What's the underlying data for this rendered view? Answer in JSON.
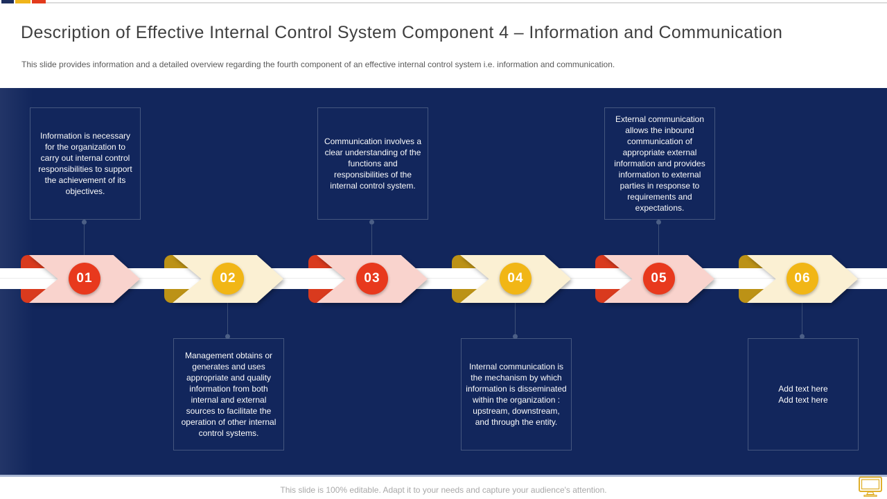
{
  "slide": {
    "title": "Description of Effective Internal Control System Component 4 – Information and Communication",
    "subtitle": "This slide provides information and a detailed overview regarding the fourth component of an effective internal control system i.e. information and communication.",
    "footer": "This slide is 100% editable. Adapt it to your needs and capture your audience's attention."
  },
  "steps": [
    {
      "number": "01",
      "scheme": "red",
      "text": "Information is necessary for the organization to carry out internal control responsibilities to support the achievement of its objectives.",
      "text_position": "top"
    },
    {
      "number": "02",
      "scheme": "gold",
      "text": "Management obtains or generates and uses appropriate and quality information from both internal and external sources to facilitate the operation of other internal control systems.",
      "text_position": "bottom"
    },
    {
      "number": "03",
      "scheme": "red",
      "text": "Communication involves a clear understanding of the functions and responsibilities of the internal control system.",
      "text_position": "top"
    },
    {
      "number": "04",
      "scheme": "gold",
      "text": "Internal communication is the mechanism by which information is disseminated within the organization : upstream, downstream, and through the entity.",
      "text_position": "bottom"
    },
    {
      "number": "05",
      "scheme": "red",
      "text": "External communication allows the inbound communication of appropriate external information and provides information to external parties in response to requirements and expectations.",
      "text_position": "top"
    },
    {
      "number": "06",
      "scheme": "gold",
      "text": "Add text here\nAdd text here",
      "text_position": "bottom"
    }
  ],
  "colors": {
    "panel_navy": "#12265C",
    "accent_red": "#E8391D",
    "accent_red_light": "#F9D3CD",
    "accent_red_tab": "#D93A1E",
    "accent_gold": "#F1B616",
    "accent_gold_light": "#FBF0D3",
    "accent_gold_tab": "#BC9216",
    "ribbon_white": "#FFFFFF",
    "box_border": "#45577F",
    "title_text": "#3F3F3F",
    "subtitle_text": "#595959",
    "footer_text": "#A8A8A8"
  },
  "icons": {
    "bottom_right": "monitor-icon",
    "top_left_accent_bars": [
      "navy",
      "yellow",
      "red"
    ]
  }
}
